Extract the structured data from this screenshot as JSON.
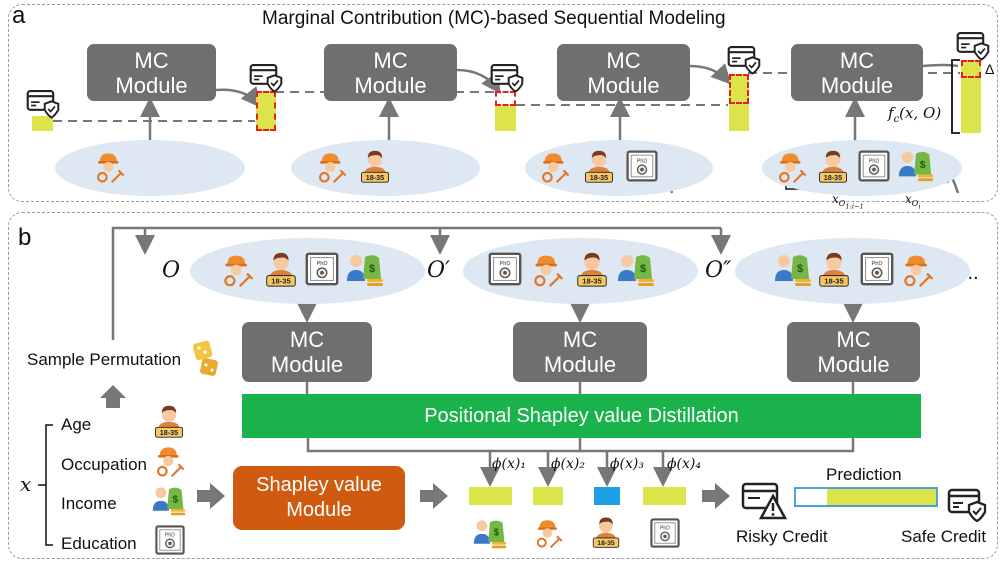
{
  "panel_a": {
    "letter": "a",
    "title": "Marginal Contribution (MC)-based Sequential Modeling",
    "mc_line1": "MC",
    "mc_line2": "Module",
    "fc_label": "f_c(x, O)",
    "delta": "Δ",
    "x_prev": "x_{O_{1:i-1}}",
    "x_i": "x_{O_i}"
  },
  "panel_b": {
    "letter": "b",
    "orders": [
      "O",
      "O′",
      "O″"
    ],
    "ellipsis": "...",
    "sample_permutation": "Sample Permutation",
    "mc_line1": "MC",
    "mc_line2": "Module",
    "distillation": "Positional Shapley value Distillation",
    "x_var": "x",
    "features": [
      "Age",
      "Occupation",
      "Income",
      "Education"
    ],
    "shapley_line1": "Shapley value",
    "shapley_line2": "Module",
    "phi_labels": [
      "ϕ(x)₁",
      "ϕ(x)₂",
      "ϕ(x)₃",
      "ϕ(x)₄"
    ],
    "prediction": "Prediction",
    "risky": "Risky Credit",
    "safe": "Safe Credit",
    "age_badge": "18-35",
    "phd": "PhD"
  },
  "colors": {
    "mc_gray": "#6f6f6f",
    "green": "#19b24b",
    "orange": "#cf5a10",
    "bar_yellow": "#dde34a",
    "blue": "#1ea0e8",
    "ellipse": "#dde8f3",
    "dash_red": "#e22222"
  }
}
